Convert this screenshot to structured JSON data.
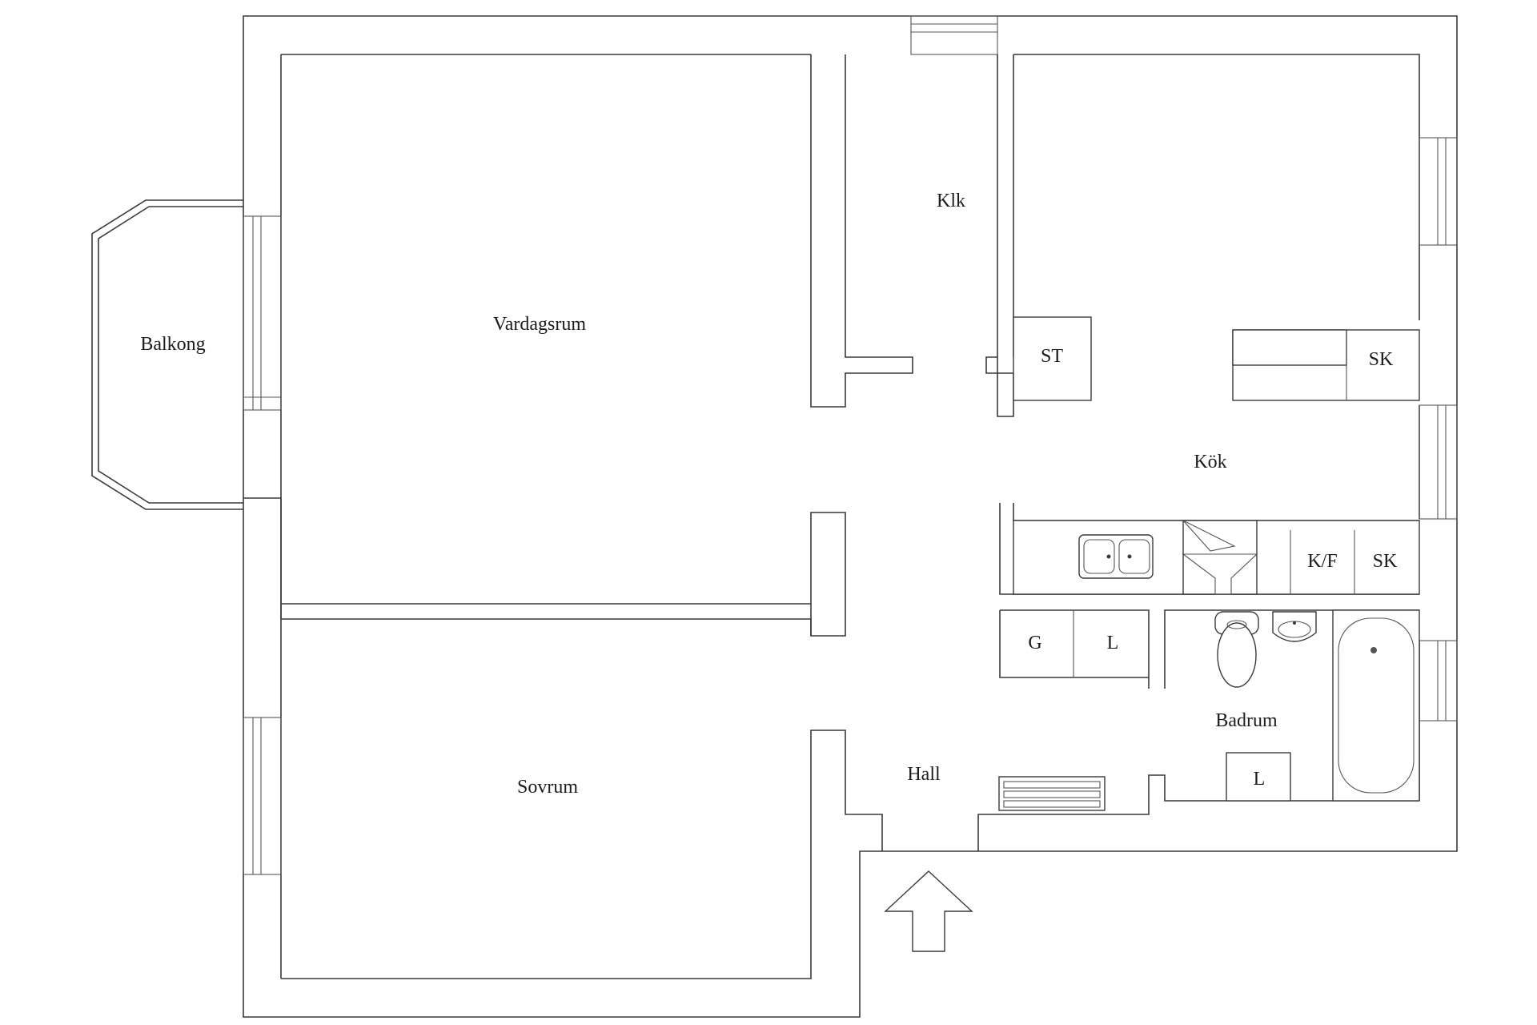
{
  "rooms": {
    "balkong": "Balkong",
    "vardagsrum": "Vardagsrum",
    "klk": "Klk",
    "kok": "Kök",
    "sovrum": "Sovrum",
    "hall": "Hall",
    "badrum": "Badrum"
  },
  "fixtures": {
    "st": "ST",
    "sk_upper": "SK",
    "sk_lower": "SK",
    "kf": "K/F",
    "g": "G",
    "l_hall": "L",
    "l_bath": "L"
  },
  "icons": {
    "entrance": "entrance-arrow-icon",
    "sink": "kitchen-sink-icon",
    "stove": "stove-hood-icon",
    "toilet": "toilet-icon",
    "washbasin": "washbasin-icon",
    "bathtub": "bathtub-icon",
    "radiator": "radiator-icon"
  },
  "colors": {
    "wall": "#3a3a3a",
    "background": "#ffffff"
  }
}
